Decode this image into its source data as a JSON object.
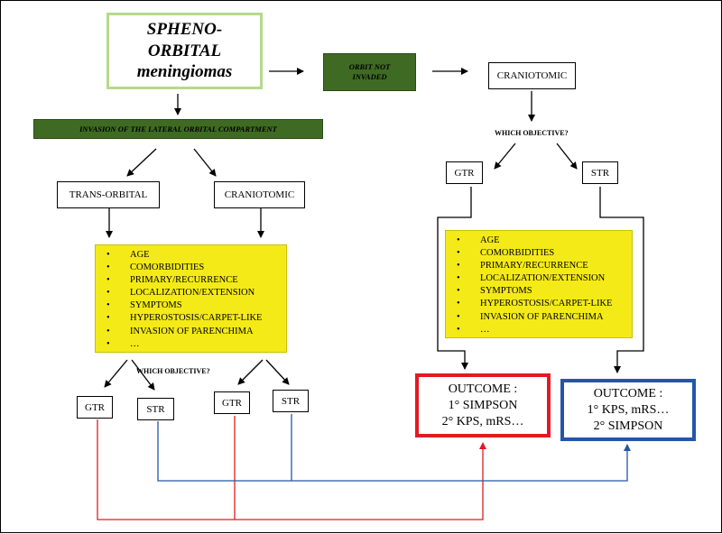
{
  "title": {
    "line1": "SPHENO-",
    "line2": "ORBITAL",
    "line3": "meningiomas"
  },
  "orbit_not_invaded": {
    "line1": "ORBIT NOT",
    "line2": "INVADED"
  },
  "invasion_label": "INVASION OF THE LATERAL ORBITAL COMPARTMENT",
  "craniotomic_right": "CRANIOTOMIC",
  "trans_orbital": "TRANS-ORBITAL",
  "craniotomic_left": "CRANIOTOMIC",
  "which_objective_right": "WHICH OBJECTIVE?",
  "which_objective_left": "WHICH OBJECTIVE?",
  "gtr_label": "GTR",
  "str_label": "STR",
  "factors_left": [
    "AGE",
    "COMORBIDITIES",
    "PRIMARY/RECURRENCE",
    "LOCALIZATION/EXTENSION",
    "SYMPTOMS",
    "HYPEROSTOSIS/CARPET-LIKE",
    "INVASION OF PARENCHIMA",
    "…"
  ],
  "factors_right": [
    "AGE",
    "COMORBIDITIES",
    "PRIMARY/RECURRENCE",
    "LOCALIZATION/EXTENSION",
    "SYMPTOMS",
    "HYPEROSTOSIS/CARPET-LIKE",
    "INVASION OF PARENCHIMA",
    "…"
  ],
  "bullet": "•",
  "outcome_gtr": {
    "heading": "OUTCOME :",
    "line1": "1° SIMPSON",
    "line2": "2° KPS, mRS…"
  },
  "outcome_str": {
    "heading": "OUTCOME :",
    "line1": "1° KPS, mRS…",
    "line2": "2° SIMPSON"
  },
  "colors": {
    "gtr_path": "#e11b22",
    "str_path": "#2356a8",
    "title_border": "#b5d98a",
    "green_fill": "#3f6a23",
    "factor_fill": "#f4ea17"
  }
}
